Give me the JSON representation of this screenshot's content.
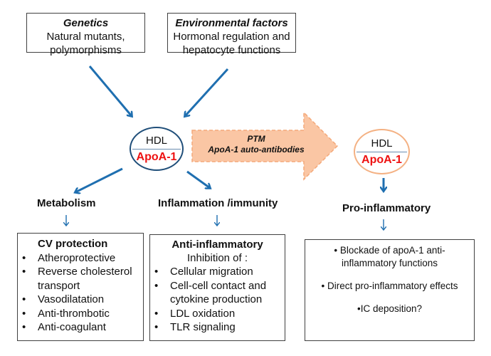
{
  "colors": {
    "arrow": "#1f6fb0",
    "hdl_left_border": "#1f4e79",
    "hdl_right_border": "#f4b183",
    "ptm_arrow_fill": "#fac6a4",
    "ptm_arrow_border": "#f4a97a",
    "apoa1_text": "#ee1111"
  },
  "inputs": {
    "genetics": {
      "title": "Genetics",
      "lines": [
        "Natural mutants,",
        "polymorphisms"
      ]
    },
    "environmental": {
      "title": "Environmental factors",
      "lines": [
        "Hormonal regulation and",
        "hepatocyte functions"
      ]
    }
  },
  "hdl_native": {
    "top": "HDL",
    "bottom": "ApoA-1"
  },
  "ptm_arrow": {
    "line1": "PTM",
    "line2": "ApoA-1 auto-antibodies"
  },
  "hdl_modified": {
    "top": "HDL",
    "bottom": "ApoA-1"
  },
  "branches": {
    "metabolism": {
      "heading": "Metabolism",
      "box_title": "CV protection",
      "items": [
        "Atheroprotective",
        "Reverse cholesterol transport",
        "Vasodilatation",
        "Anti-thrombotic",
        "Anti-coagulant"
      ]
    },
    "inflammation": {
      "heading": "Inflammation /immunity",
      "box_title": "Anti-inflammatory",
      "box_subtitle": "Inhibition of :",
      "items": [
        "Cellular migration",
        "Cell-cell contact and cytokine production",
        "LDL oxidation",
        "TLR signaling"
      ]
    },
    "pro_inflammatory": {
      "heading": "Pro-inflammatory",
      "items": [
        "Blockade of apoA-1 anti-inflammatory  functions",
        "Direct pro-inflammatory effects",
        "IC deposition?"
      ]
    }
  }
}
